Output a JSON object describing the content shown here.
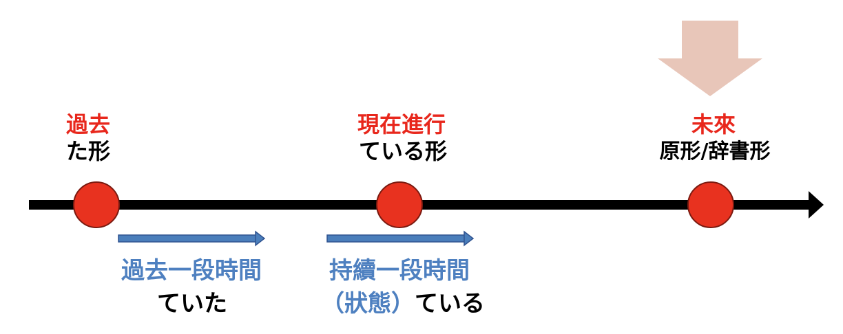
{
  "points": {
    "past": {
      "title": "過去",
      "form": "た形"
    },
    "present_progressive": {
      "title": "現在進行",
      "form": "ている形"
    },
    "future": {
      "title": "未來",
      "form": "原形/辞書形"
    }
  },
  "durations": {
    "past_duration": {
      "title": "過去一段時間",
      "form": "ていた"
    },
    "continuing": {
      "title": "持續一段時間",
      "state": "（狀態）",
      "form": "ている"
    }
  },
  "colors": {
    "point_title": "#E8271C",
    "form_text": "#000000",
    "duration_title": "#4E80C0",
    "timeline": "#000000",
    "marker_fill": "#E8321F",
    "marker_stroke": "#7A1A10",
    "duration_arrow_fill": "#4A7EBB",
    "duration_arrow_stroke": "#2F528F",
    "pointer_arrow": "#E8C6B9"
  }
}
